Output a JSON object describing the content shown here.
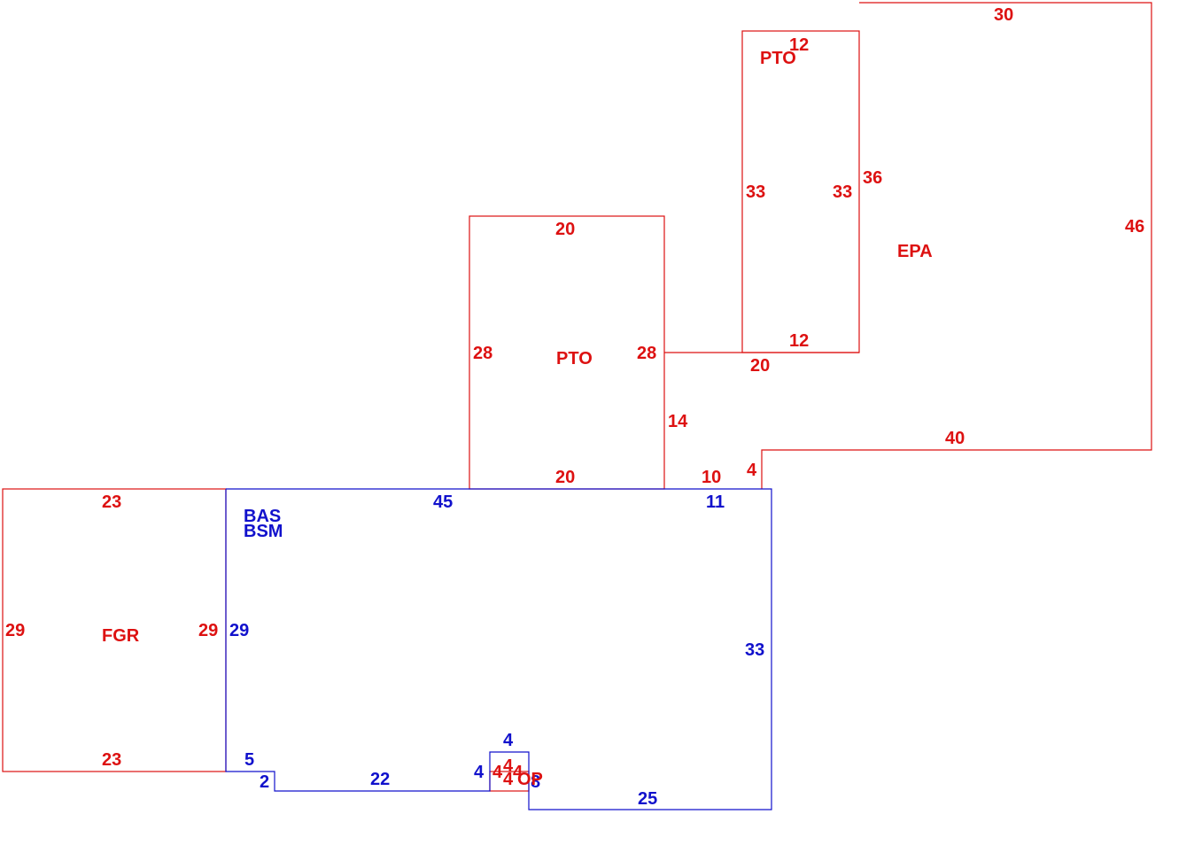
{
  "colors": {
    "red": "#dd1111",
    "blue": "#1111cc",
    "background": "#ffffff"
  },
  "areas": {
    "pto_upper": {
      "code": "PTO",
      "top": "12",
      "bottom": "12",
      "left": "33",
      "right": "33"
    },
    "epa": {
      "code": "EPA",
      "top": "30",
      "right": "46",
      "left": "36",
      "bottom": "40",
      "step_a": "4",
      "step_b": "10",
      "step_c": "14",
      "step_d": "20"
    },
    "pto_lower": {
      "code": "PTO",
      "top": "20",
      "bottom": "20",
      "left": "28",
      "right": "28"
    },
    "fgr": {
      "code": "FGR",
      "top": "23",
      "bottom": "23",
      "left": "29",
      "right": "29"
    },
    "bas": {
      "code": "BAS",
      "code2": "BSM",
      "top": "45",
      "top_right": "11",
      "left": "29",
      "right": "33",
      "bottom_right": "25",
      "step_left": "5",
      "step_drop": "2",
      "bottom_left": "22",
      "notch_left": "4",
      "notch_top": "4",
      "notch_right": "8"
    },
    "op": {
      "code": "OP",
      "code2": "4",
      "left": "4",
      "top": "4",
      "right": "4"
    }
  }
}
